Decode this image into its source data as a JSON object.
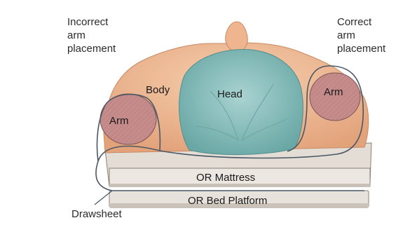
{
  "labels": {
    "incorrect": "Incorrect\narm\nplacement",
    "correct": "Correct\narm\nplacement",
    "body": "Body",
    "head": "Head",
    "arm_left": "Arm",
    "arm_right": "Arm",
    "mattress": "OR Mattress",
    "platform": "OR Bed Platform",
    "drawsheet": "Drawsheet"
  },
  "colors": {
    "skin": "#f1bd98",
    "skin_shadow": "#d8946c",
    "head_cover": "#8fc2c0",
    "head_cover_shadow": "#5e9e9d",
    "arm_fill": "#c98e8e",
    "mattress": "#e6e0da",
    "mattress_side": "#cfc7c0",
    "outline": "#5a6a78",
    "drawsheet_line": "#4a5866"
  }
}
